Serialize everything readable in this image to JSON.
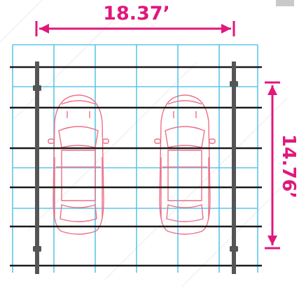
{
  "dimensions": {
    "width_label": "18.37’",
    "depth_label": "14.76’"
  },
  "colors": {
    "background": "#ffffff",
    "accent_magenta": "#e0187c",
    "grid_blue": "#5ec6e8",
    "rail_black": "#1a1a1a",
    "post_gray": "#555555",
    "car_outline": "#ee6f86",
    "watermark": "#e9e9e9"
  },
  "layout": {
    "vertical_grid_lines": 7,
    "horizontal_rails": 6,
    "horizontal_blue_lines": 4,
    "cars": 2,
    "support_posts": 2
  }
}
